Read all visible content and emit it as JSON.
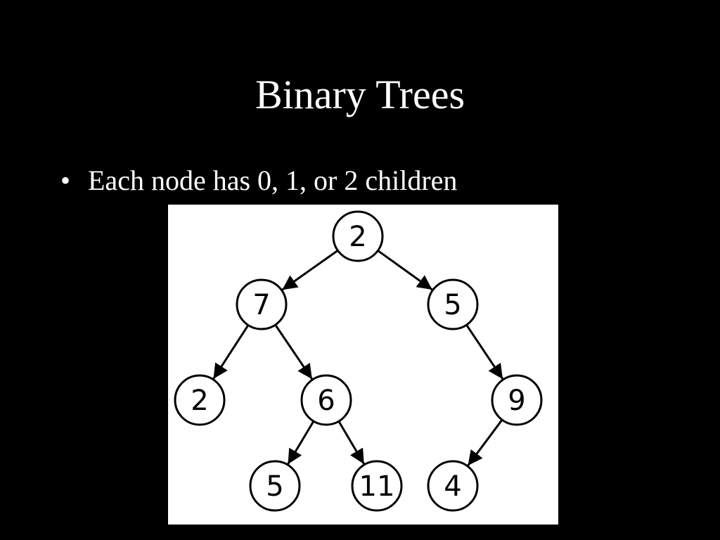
{
  "slide": {
    "title": "Binary Trees",
    "bullets": [
      {
        "marker": "•",
        "text": "Each node has 0, 1, or 2 children"
      }
    ]
  },
  "tree": {
    "nodes": [
      {
        "id": "root",
        "label": "2"
      },
      {
        "id": "left",
        "label": "7"
      },
      {
        "id": "right",
        "label": "5"
      },
      {
        "id": "left-left",
        "label": "2"
      },
      {
        "id": "left-right",
        "label": "6"
      },
      {
        "id": "right-right",
        "label": "9"
      },
      {
        "id": "left-right-left",
        "label": "5"
      },
      {
        "id": "left-right-right",
        "label": "11"
      },
      {
        "id": "right-right-left",
        "label": "4"
      }
    ],
    "edges": [
      {
        "from": "root",
        "to": "left"
      },
      {
        "from": "root",
        "to": "right"
      },
      {
        "from": "left",
        "to": "left-left"
      },
      {
        "from": "left",
        "to": "left-right"
      },
      {
        "from": "right",
        "to": "right-right"
      },
      {
        "from": "left-right",
        "to": "left-right-left"
      },
      {
        "from": "left-right",
        "to": "left-right-right"
      },
      {
        "from": "right-right",
        "to": "right-right-left"
      }
    ]
  },
  "colors": {
    "background": "#000000",
    "text": "#ffffff",
    "figure_background": "#ffffff",
    "node_stroke": "#000000"
  }
}
